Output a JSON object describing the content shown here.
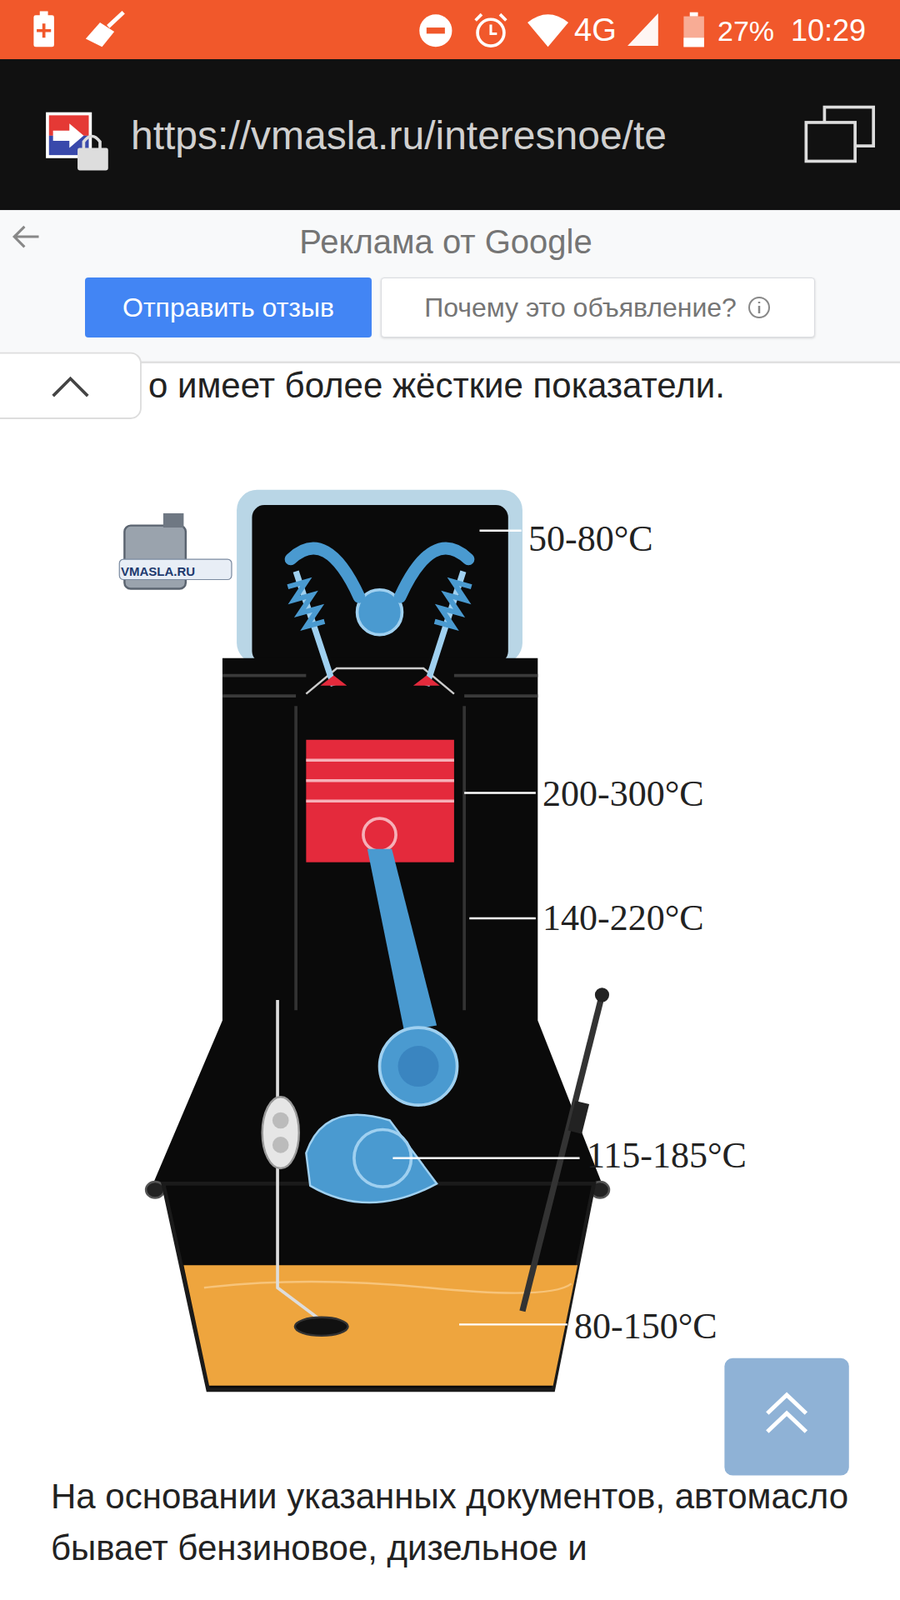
{
  "diagram": {
    "nodes": [
      {
        "text": [
          "Отправить отзыв"
        ]
      },
      {
        "text": [
          "Почему это объявление?"
        ]
      }
    ],
    "edges": [],
    "labels": [
      "4G",
      "27%",
      "10:29",
      "https://vmasla.ru/interesnoe/te",
      "Реклама от Google",
      "о имеет более жёсткие показатели.",
      "VMASLA.RU",
      "50-80°C",
      "200-300°C",
      "140-220°C",
      "115-185°C",
      "80-150°C",
      "На основании указанных документов, автомасло бывает бензиновое, дизельное и"
    ]
  }
}
